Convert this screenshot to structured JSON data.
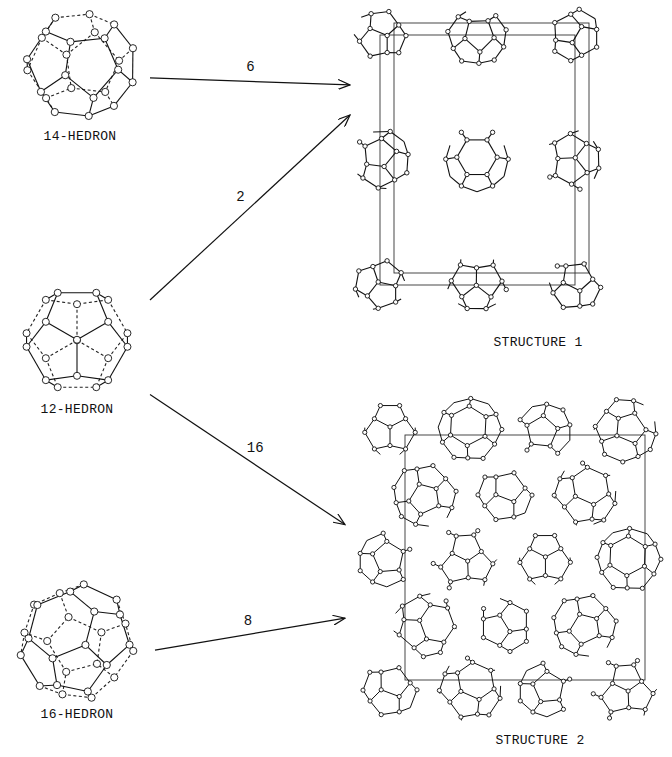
{
  "diagram": {
    "nodes": [
      {
        "text": [
          "14-HEDRON"
        ]
      },
      {
        "text": [
          "STRUCTURE 1"
        ]
      },
      {
        "text": [
          "12-HEDRON"
        ]
      },
      {
        "text": [
          "16-HEDRON"
        ]
      },
      {
        "text": [
          "STRUCTURE 2"
        ]
      }
    ],
    "edges": [
      {
        "from": 0,
        "to": 1,
        "label": "6",
        "arrow": "to"
      },
      {
        "from": 2,
        "to": 1,
        "label": "2",
        "arrow": "to"
      },
      {
        "from": 2,
        "to": 4,
        "label": "16",
        "arrow": "to"
      },
      {
        "from": 3,
        "to": 4,
        "label": "8",
        "arrow": "to"
      }
    ]
  }
}
